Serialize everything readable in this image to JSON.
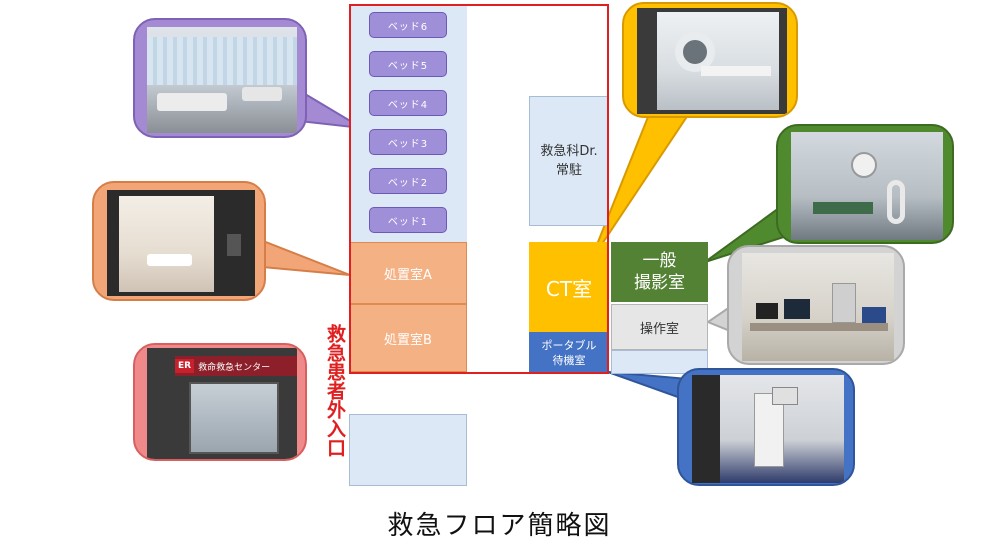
{
  "caption": "救急フロア簡略図",
  "entrance_label": "救急患者外入口",
  "beds": [
    "ベッド6",
    "ベッド5",
    "ベッド4",
    "ベッド3",
    "ベッド2",
    "ベッド1"
  ],
  "rooms": {
    "treatment_a": "処置室A",
    "treatment_b": "処置室B",
    "doctor_line1": "救急科Dr.",
    "doctor_line2": "常駐",
    "ct": "CT室",
    "portable_line1": "ポータブル",
    "portable_line2": "待機室",
    "xray_line1": "一般",
    "xray_line2": "撮影室",
    "control": "操作室"
  },
  "photo_signage": {
    "er_sign": "ER",
    "center_sign": "救命救急センター"
  },
  "colors": {
    "beds_callout": "#a48ad3",
    "treatment_callout": "#f2a678",
    "entrance_callout": "#f08a8a",
    "ct_callout": "#ffc000",
    "xray_callout": "#4f8a2e",
    "control_callout": "#c8c8c8",
    "portable_callout": "#4472c4",
    "boundary": "#e02020"
  }
}
